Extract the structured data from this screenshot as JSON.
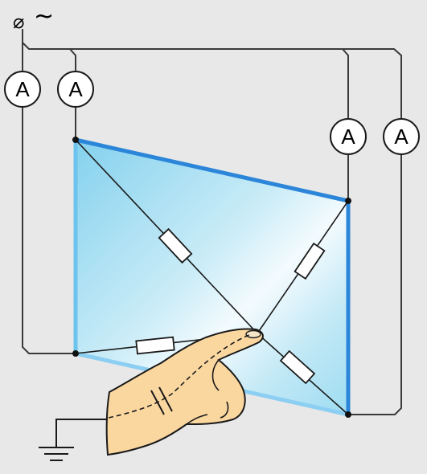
{
  "source": {
    "phase_symbol": "⌀",
    "ac_symbol": "~"
  },
  "ammeters": [
    {
      "id": "ammeter-1",
      "label": "A"
    },
    {
      "id": "ammeter-2",
      "label": "A"
    },
    {
      "id": "ammeter-3",
      "label": "A"
    },
    {
      "id": "ammeter-4",
      "label": "A"
    }
  ],
  "colors": {
    "background": "#e8e8e8",
    "wire": "#3a3a3a",
    "panel_edge": "#2b86d9",
    "panel_fill_light": "#e4f5fb",
    "panel_fill_dark": "#8fd3ec",
    "resistor_fill": "#ffffff",
    "hand_fill": "#fbd7a0",
    "hand_stroke": "#1a1a1a"
  }
}
